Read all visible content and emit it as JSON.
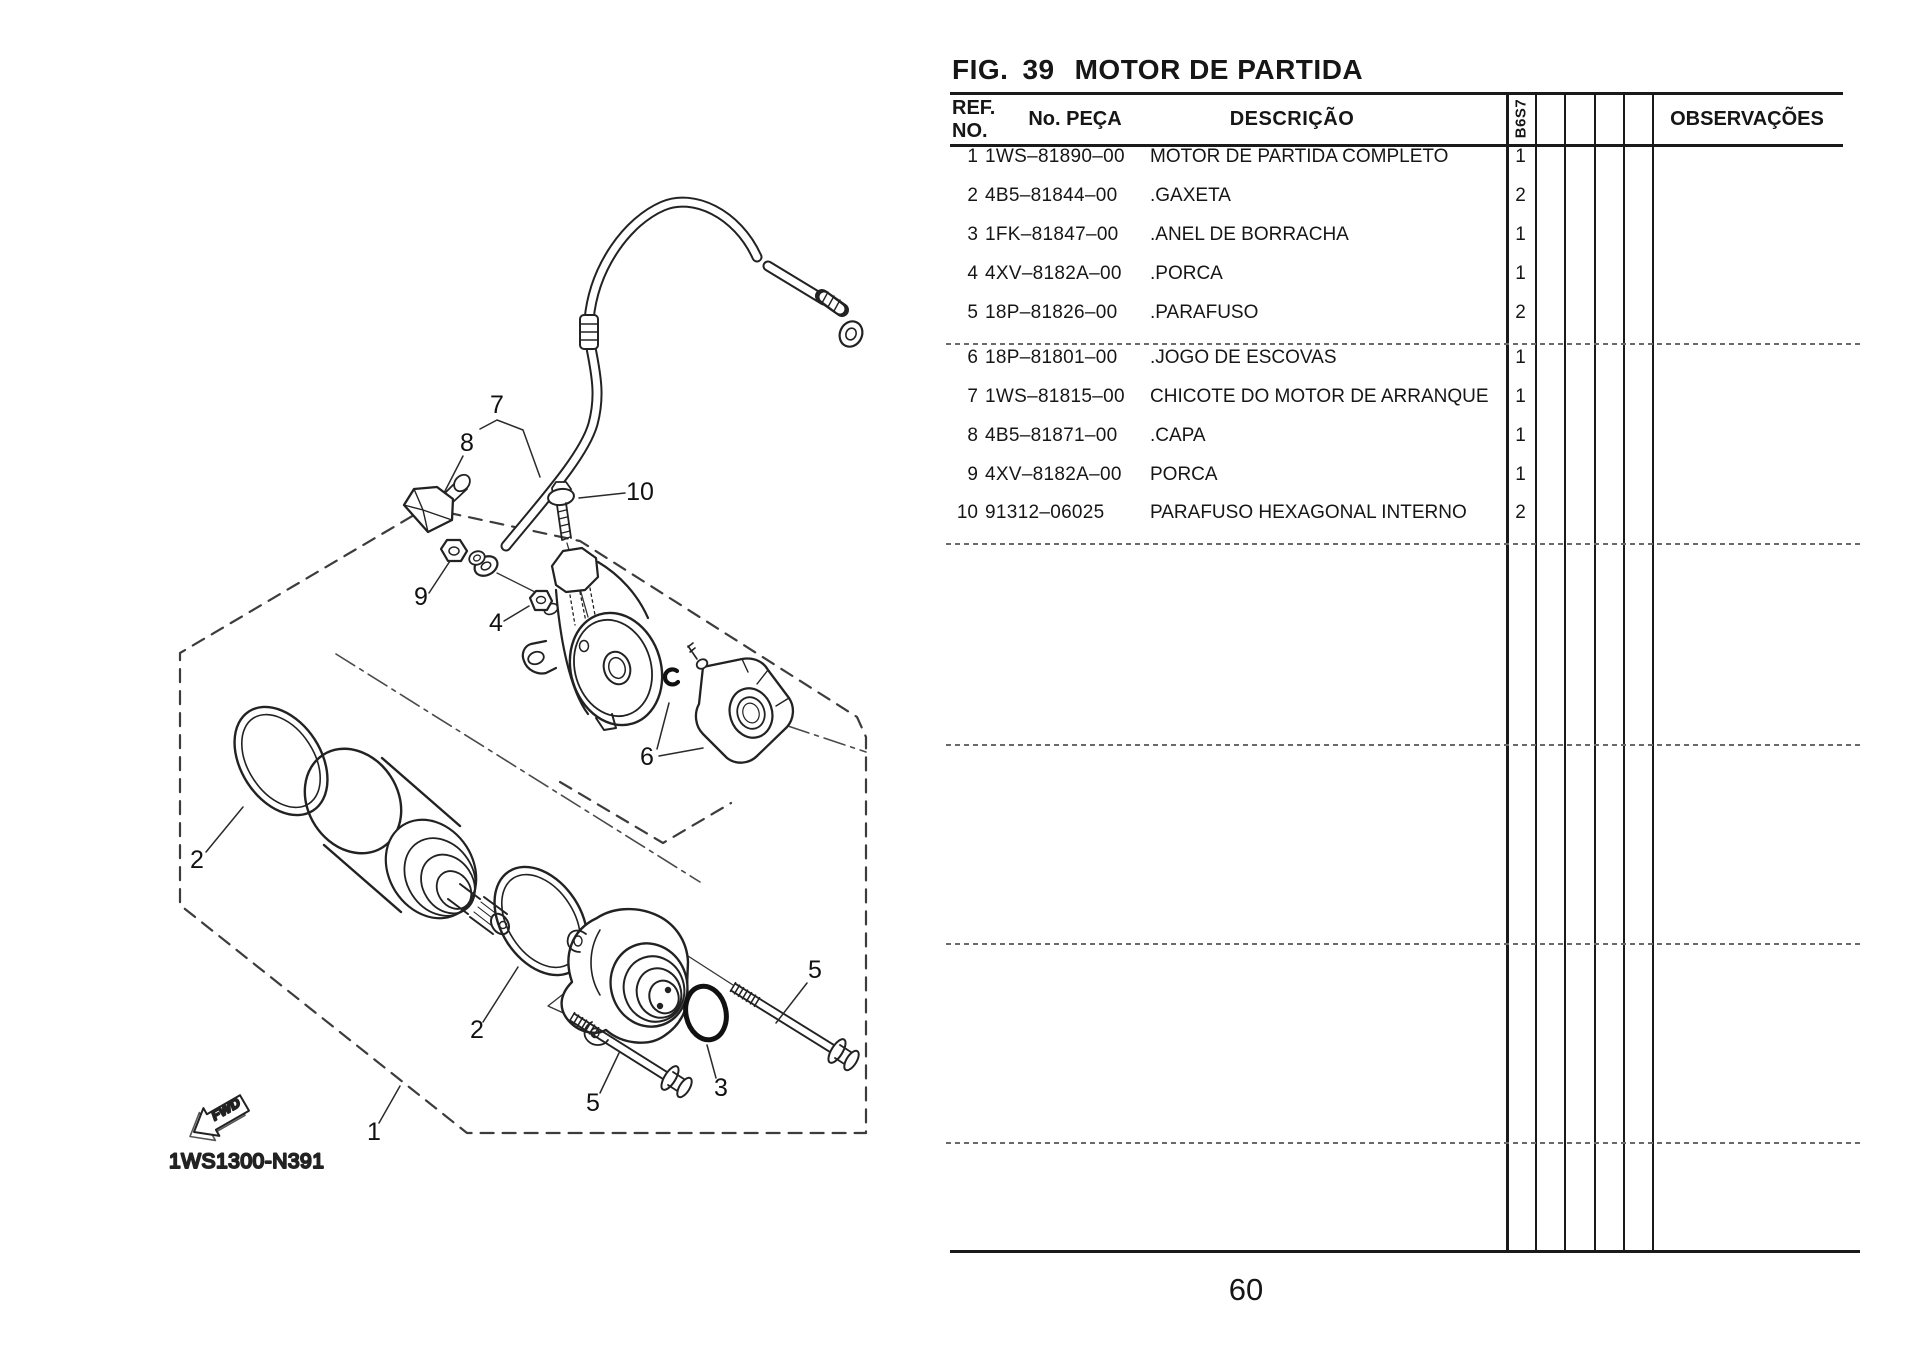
{
  "page": {
    "number": "60"
  },
  "figure": {
    "fig_label": "FIG.",
    "fig_number": "39",
    "title": "MOTOR DE PARTIDA"
  },
  "table": {
    "headers": {
      "ref_line1": "REF.",
      "ref_line2": "NO.",
      "part_no": "No. PEÇA",
      "description": "DESCRIÇÃO",
      "model_code": "B6S7",
      "observations": "OBSERVAÇÕES"
    },
    "rows": [
      {
        "ref": "1",
        "part_no": "1WS–81890–00",
        "description": "MOTOR DE PARTIDA COMPLETO",
        "qty": "1"
      },
      {
        "ref": "2",
        "part_no": "4B5–81844–00",
        "description": ".GAXETA",
        "qty": "2"
      },
      {
        "ref": "3",
        "part_no": "1FK–81847–00",
        "description": ".ANEL DE BORRACHA",
        "qty": "1"
      },
      {
        "ref": "4",
        "part_no": "4XV–8182A–00",
        "description": ".PORCA",
        "qty": "1"
      },
      {
        "ref": "5",
        "part_no": "18P–81826–00",
        "description": ".PARAFUSO",
        "qty": "2"
      },
      {
        "ref": "6",
        "part_no": "18P–81801–00",
        "description": ".JOGO DE ESCOVAS",
        "qty": "1"
      },
      {
        "ref": "7",
        "part_no": "1WS–81815–00",
        "description": "CHICOTE DO MOTOR DE ARRANQUE",
        "qty": "1"
      },
      {
        "ref": "8",
        "part_no": "4B5–81871–00",
        "description": ".CAPA",
        "qty": "1"
      },
      {
        "ref": "9",
        "part_no": "4XV–8182A–00",
        "description": "PORCA",
        "qty": "1"
      },
      {
        "ref": "10",
        "part_no": "91312–06025",
        "description": "PARAFUSO HEXAGONAL INTERNO",
        "qty": "2"
      }
    ]
  },
  "diagram": {
    "code_label": "1WS1300-N391",
    "fwd_label": "FWD",
    "callouts": [
      {
        "id": "callout-1",
        "label": "1"
      },
      {
        "id": "callout-2-upper",
        "label": "2"
      },
      {
        "id": "callout-2-lower",
        "label": "2"
      },
      {
        "id": "callout-3",
        "label": "3"
      },
      {
        "id": "callout-4",
        "label": "4"
      },
      {
        "id": "callout-5-left",
        "label": "5"
      },
      {
        "id": "callout-5-right",
        "label": "5"
      },
      {
        "id": "callout-6",
        "label": "6"
      },
      {
        "id": "callout-7",
        "label": "7"
      },
      {
        "id": "callout-8",
        "label": "8"
      },
      {
        "id": "callout-9",
        "label": "9"
      },
      {
        "id": "callout-10",
        "label": "10"
      }
    ]
  }
}
